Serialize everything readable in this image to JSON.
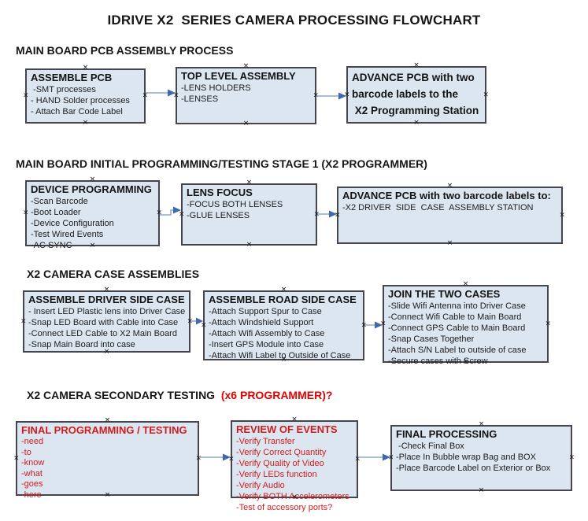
{
  "title": "IDRIVE X2  SERIES CAMERA PROCESSING FLOWCHART",
  "anchor_glyph": "×",
  "colors": {
    "box_fill": "#dce6f1",
    "box_border": "#45454d",
    "arrow_shaft": "#92a7c8",
    "arrow_head": "#4068b0",
    "red_text": "#cf1d1d",
    "heading_red": "#e60000"
  },
  "sections": [
    {
      "heading": "MAIN BOARD PCB ASSEMBLY PROCESS",
      "boxes": [
        {
          "title": "ASSEMBLE PCB",
          "items": [
            " -SMT processes",
            "- HAND Solder processes",
            "- Attach Bar Code Label"
          ]
        },
        {
          "title": "TOP LEVEL ASSEMBLY",
          "items": [
            "-LENS HOLDERS",
            "-LENSES"
          ]
        },
        {
          "lines": [
            "ADVANCE PCB with two",
            "barcode labels to the",
            " X2 Programming Station"
          ]
        }
      ]
    },
    {
      "heading": "MAIN BOARD INITIAL PROGRAMMING/TESTING STAGE 1 (X2 PROGRAMMER)",
      "boxes": [
        {
          "title": "DEVICE PROGRAMMING",
          "items": [
            "-Scan Barcode",
            "-Boot Loader",
            "-Device Configuration",
            "-Test Wired Events",
            "-AC SYNC"
          ]
        },
        {
          "title": "LENS FOCUS",
          "items": [
            "-FOCUS BOTH LENSES",
            "-GLUE LENSES"
          ]
        },
        {
          "title": "ADVANCE PCB with two barcode labels to:",
          "items": [
            "-X2 DRIVER  SIDE  CASE  ASSEMBLY STATION"
          ]
        }
      ]
    },
    {
      "heading": "X2 CAMERA CASE ASSEMBLIES",
      "boxes": [
        {
          "title": "ASSEMBLE DRIVER SIDE CASE",
          "items": [
            "- Insert LED Plastic lens into Driver Case",
            "-Snap LED Board with Cable into Case",
            "-Connect LED Cable to X2 Main Board",
            "-Snap Main Board into case"
          ]
        },
        {
          "title": "ASSEMBLE ROAD SIDE CASE",
          "items": [
            "-Attach Support Spur to Case",
            "-Attach Windshield Support",
            "-Attach Wifi Assembly to Case",
            "-Insert GPS Module into Case",
            "-Attach Wifi Label to Outside of Case"
          ]
        },
        {
          "title": "JOIN THE TWO CASES",
          "items": [
            "-Slide Wifi Antenna into Driver Case",
            "-Connect Wifi Cable to Main Board",
            "-Connect GPS Cable to Main Board",
            "-Snap Cases Together",
            "-Attach S/N Label to outside of case",
            "-Secure cases with Screw"
          ]
        }
      ]
    },
    {
      "heading": "X2 CAMERA SECONDARY TESTING  ",
      "heading_red": "(x6 PROGRAMMER)?",
      "boxes": [
        {
          "title": "FINAL PROGRAMMING / TESTING",
          "items": [
            "-need",
            "-to",
            "-know",
            "-what",
            "-goes",
            "-here"
          ]
        },
        {
          "title": "REVIEW OF EVENTS",
          "items": [
            "-Verify Transfer",
            "-Verify Correct Quantity",
            "-Verify Quality of Video",
            "-Verify LEDs function",
            "-Verify Audio",
            "-Verify BOTH Accelerometers",
            "-Test of accessory ports?"
          ]
        },
        {
          "title": "FINAL PROCESSING",
          "items": [
            " -Check Final Box",
            "-Place In Bubble wrap Bag and BOX",
            "-Place Barcode Label on Exterior or Box"
          ]
        }
      ]
    }
  ]
}
